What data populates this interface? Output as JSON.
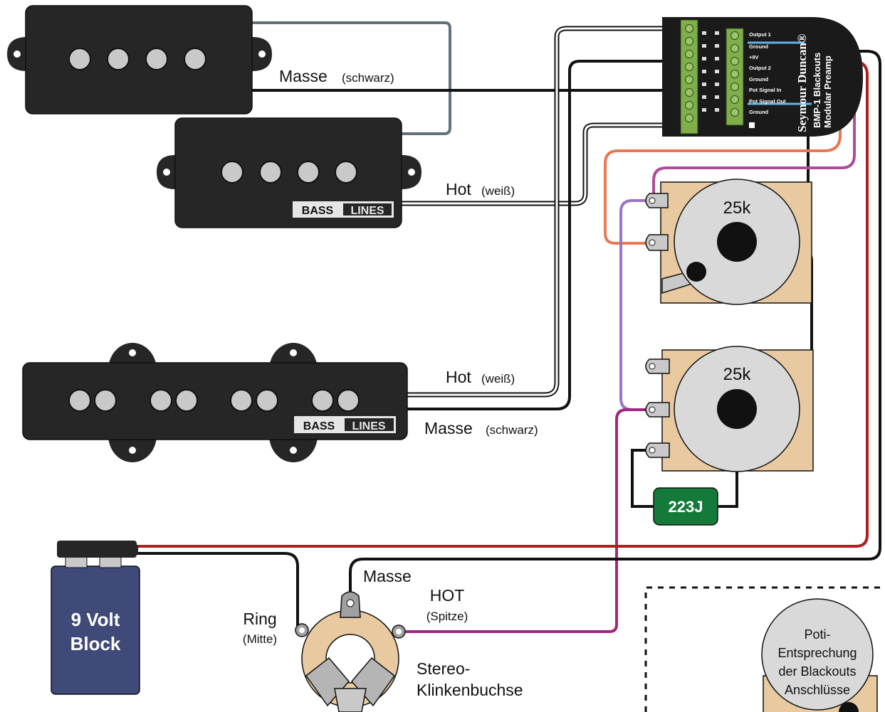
{
  "pickups": {
    "brand_left": "BASS",
    "brand_right": "LINES"
  },
  "labels": {
    "masse_top": "Masse",
    "masse_top_sub": "(schwarz)",
    "hot_p": "Hot",
    "hot_p_sub": "(weiß)",
    "hot_j": "Hot",
    "hot_j_sub": "(weiß)",
    "masse_j": "Masse",
    "masse_j_sub": "(schwarz)"
  },
  "preamp": {
    "brand": "Seymour Duncan®",
    "model": "BMP-1 Blackouts",
    "desc": "Modular Preamp",
    "terminals": [
      "Output 1",
      "Ground",
      "+9V",
      "Output 2",
      "Ground",
      "Pot Signal In",
      "Pot Signal Out",
      "Ground"
    ]
  },
  "pots": {
    "top_value": "25k",
    "bottom_value": "25k"
  },
  "capacitor": "223J",
  "battery": {
    "line1": "9 Volt",
    "line2": "Block"
  },
  "jack": {
    "masse": "Masse",
    "hot": "HOT",
    "hot_sub": "(Spitze)",
    "ring": "Ring",
    "ring_sub": "(Mitte)",
    "name_line1": "Stereo-",
    "name_line2": "Klinkenbuchse"
  },
  "legend": {
    "line1": "Poti-",
    "line2": "Entsprechung",
    "line3": "der Blackouts",
    "line4": "Anschlüsse"
  },
  "colors": {
    "wire_black": "#111111",
    "wire_gray": "#62727a",
    "wire_red": "#b02020",
    "wire_orange": "#e67a55",
    "wire_purple": "#9b4aa0",
    "wire_magenta": "#a0267f",
    "wire_blue": "#5fb5e6",
    "terminal_green": "#7fae4a",
    "pickup_body": "#262626",
    "cap_green": "#137a3a",
    "battery_blue": "#3f4a78",
    "pot_tan": "#e8c9a0",
    "jack_tan": "#e8c9a0"
  }
}
